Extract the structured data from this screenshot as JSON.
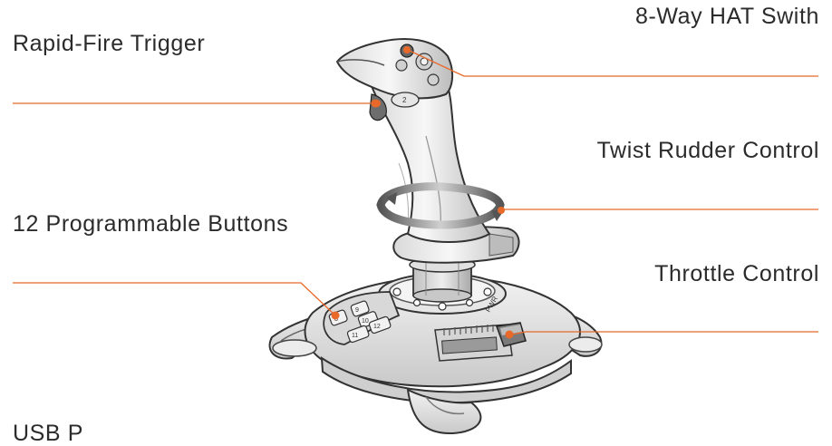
{
  "labels": {
    "rapid_fire_trigger": "Rapid-Fire Trigger",
    "hat_switch": "8-Way HAT Swith",
    "twist_rudder": "Twist Rudder Control",
    "programmable_buttons": "12 Programmable Buttons",
    "throttle": "Throttle Control",
    "usb": "USB P"
  },
  "button_numbers": {
    "b2": "2",
    "b8": "8",
    "b9": "9",
    "b10": "10",
    "b11": "11",
    "b12": "12"
  },
  "colors": {
    "accent": "#e8692a",
    "line": "#333333",
    "text": "#2b2b2b"
  }
}
